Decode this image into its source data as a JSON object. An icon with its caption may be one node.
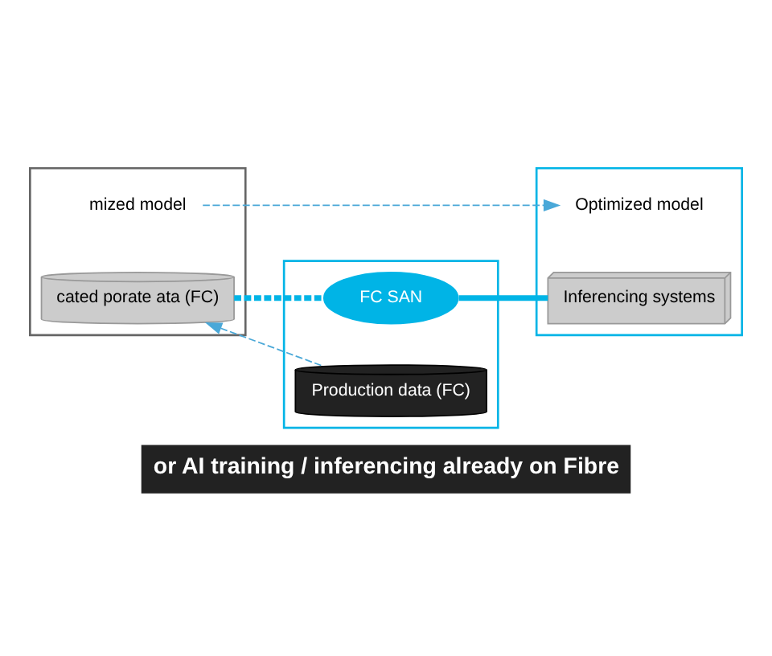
{
  "diagram": {
    "caption": "or AI training / inferencing already on Fibre",
    "nodes": [
      {
        "text": [],
        "shape": "box"
      },
      {
        "text": [
          "mized model"
        ],
        "in": 0
      },
      {
        "text": [
          "cated porate ata (FC)"
        ],
        "in": 0
      },
      {
        "text": [],
        "shape": "box"
      },
      {
        "text": [
          "FC SAN"
        ],
        "in": 3
      },
      {
        "text": [
          "Production data (FC)"
        ],
        "in": 3
      },
      {
        "text": [],
        "shape": "box"
      },
      {
        "text": [
          "Optimized model"
        ],
        "in": 6
      },
      {
        "text": [
          "Inferencing systems"
        ],
        "in": 6
      }
    ],
    "edges": [
      {
        "from": 1,
        "to": 7,
        "arrow": "to",
        "style": "dashed"
      },
      {
        "from": 4,
        "to": 2,
        "arrow": "none",
        "style": "dashed",
        "color": "#00b4e6"
      },
      {
        "from": 5,
        "to": 2,
        "arrow": "to",
        "style": "dashed"
      },
      {
        "from": 4,
        "to": 8,
        "arrow": "none",
        "style": "thick",
        "color": "#00b4e6"
      }
    ]
  }
}
